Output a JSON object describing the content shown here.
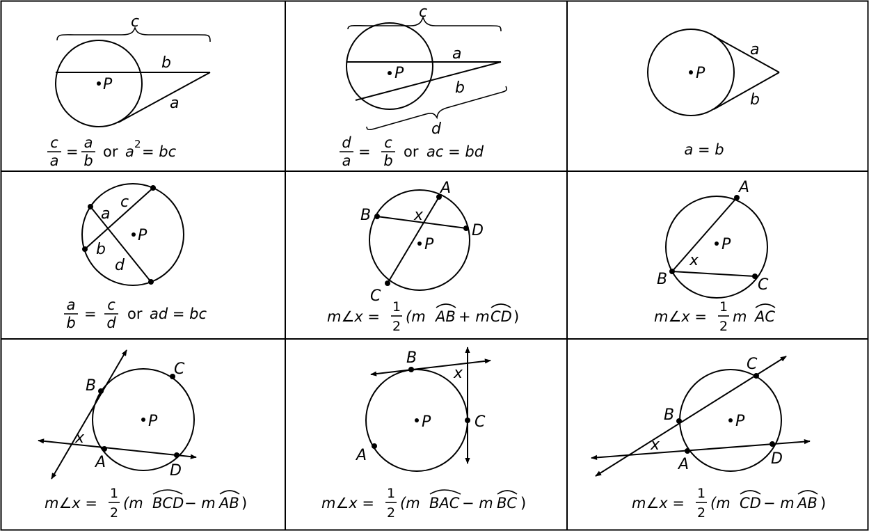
{
  "cells": [
    {
      "labels": {
        "c": "c",
        "b": "b",
        "a": "a",
        "P": "P"
      },
      "formula": {
        "num1": "c",
        "den1": "a",
        "eq": "=",
        "num2": "a",
        "den2": "b",
        "or": "or",
        "rhs_a": "a",
        "rhs_exp": "2",
        "rhs_rest": "= bc"
      }
    },
    {
      "labels": {
        "c": "c",
        "a": "a",
        "b": "b",
        "d": "d",
        "P": "P"
      },
      "formula": {
        "num1": "d",
        "den1": "a",
        "eq": "=",
        "num2": "c",
        "den2": "b",
        "or": "or",
        "rhs": "ac = bd"
      }
    },
    {
      "labels": {
        "a": "a",
        "b": "b",
        "P": "P"
      },
      "formula": {
        "text": "a = b"
      }
    },
    {
      "labels": {
        "a": "a",
        "b": "b",
        "c": "c",
        "d": "d",
        "P": "P"
      },
      "formula": {
        "num1": "a",
        "den1": "b",
        "eq": "=",
        "num2": "c",
        "den2": "d",
        "or": "or",
        "rhs": "ad = bc"
      }
    },
    {
      "labels": {
        "A": "A",
        "B": "B",
        "C": "C",
        "D": "D",
        "x": "x",
        "P": "P"
      },
      "formula": {
        "lhs": "m∠x =",
        "num": "1",
        "den": "2",
        "open": "(m",
        "arc1": "AB",
        "op": "+ m",
        "arc2": "CD",
        "close": ")"
      }
    },
    {
      "labels": {
        "A": "A",
        "B": "B",
        "C": "C",
        "x": "x",
        "P": "P"
      },
      "formula": {
        "lhs": "m∠x =",
        "num": "1",
        "den": "2",
        "open": "m",
        "arc1": "AC"
      }
    },
    {
      "labels": {
        "A": "A",
        "B": "B",
        "C": "C",
        "D": "D",
        "x": "x",
        "P": "P"
      },
      "formula": {
        "lhs": "m∠x =",
        "num": "1",
        "den": "2",
        "open": "(m",
        "arc1": "BCD",
        "op": "− m",
        "arc2": "AB",
        "close": ")"
      }
    },
    {
      "labels": {
        "A": "A",
        "B": "B",
        "C": "C",
        "x": "x",
        "P": "P"
      },
      "formula": {
        "lhs": "m∠x =",
        "num": "1",
        "den": "2",
        "open": "(m",
        "arc1": "BAC",
        "op": "− m",
        "arc2": "BC",
        "close": ")"
      }
    },
    {
      "labels": {
        "A": "A",
        "B": "B",
        "C": "C",
        "D": "D",
        "x": "x",
        "P": "P"
      },
      "formula": {
        "lhs": "m∠x =",
        "num": "1",
        "den": "2",
        "open": "(m",
        "arc1": "CD",
        "op": "− m",
        "arc2": "AB",
        "close": ")"
      }
    }
  ]
}
